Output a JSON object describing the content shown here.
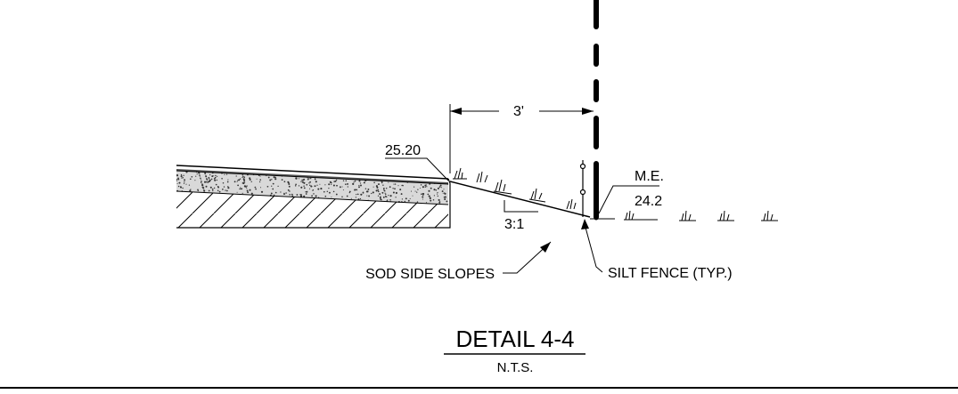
{
  "detail": {
    "dimension_label": "3'",
    "top_elevation": "25.20",
    "slope_ratio": "3:1",
    "me_label": "M.E.",
    "me_elevation": "24.2",
    "sod_label": "SOD SIDE SLOPES",
    "fence_label": "SILT FENCE (TYP.)",
    "title": "DETAIL 4-4",
    "subtitle": "N.T.S."
  }
}
